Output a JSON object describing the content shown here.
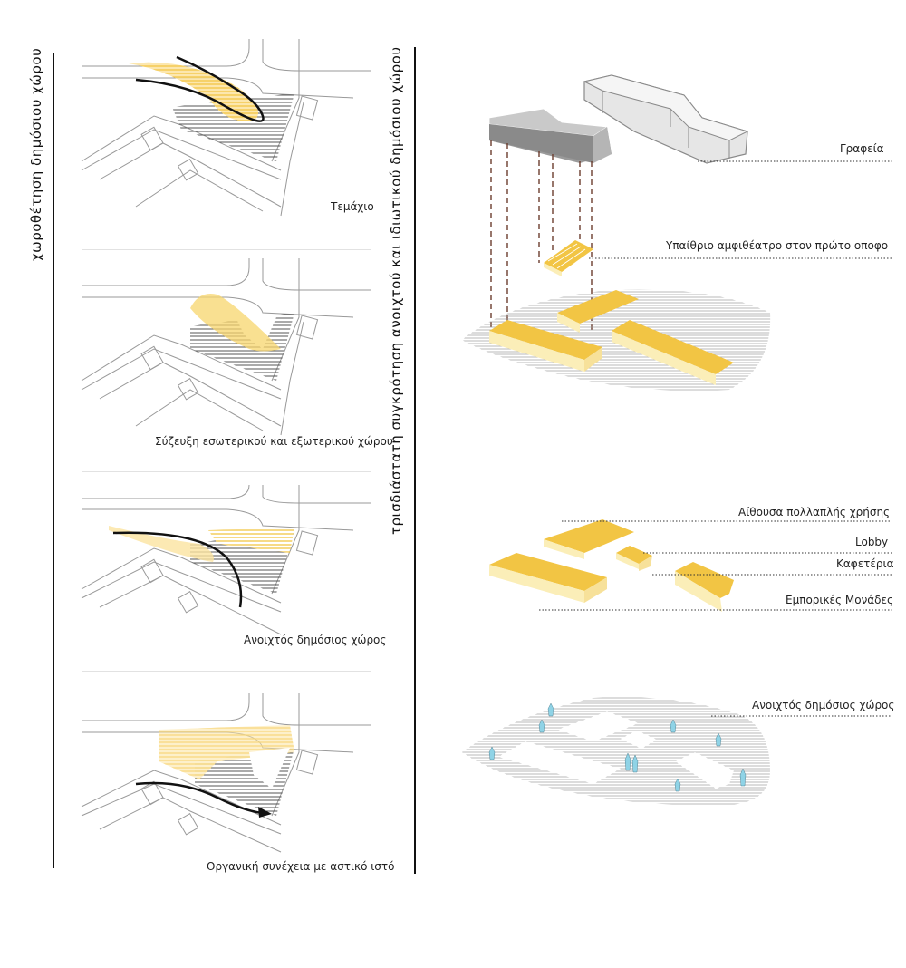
{
  "left": {
    "title": "χωροθέτηση δημόσιου χώρου",
    "panels": [
      {
        "caption": "Τεμάχιο"
      },
      {
        "caption": "Σύζευξη εσωτερικού και εξωτερικού χώρου"
      },
      {
        "caption": "Ανοιχτός δημόσιος χώρος"
      },
      {
        "caption": "Οργανική συνέχεια με αστικό ιστό"
      }
    ]
  },
  "right": {
    "title": "τρισδιάστατη  συγκρότηση  ανοιχτού και ιδιωτικού δημόσιου χώρου",
    "labels": {
      "offices": "Γραφεία",
      "amphitheatre": "Υπαίθριο  αμφιθέατρο στον πρώτο οποφο",
      "multipurpose": "Αίθουσα πολλαπλής χρήσης",
      "lobby": "Lobby",
      "cafeteria": "Καφετέρια",
      "retail": "Εμπορικές Μονάδες",
      "public_space": "Ανοιχτός δημόσιος χώρος"
    }
  },
  "colors": {
    "accent_yellow": "#f2c544",
    "light_yellow": "#fbeeb8",
    "grey_block": "#8e8e8e",
    "hatch": "#777777",
    "figure_blue": "#8fd3e6"
  }
}
